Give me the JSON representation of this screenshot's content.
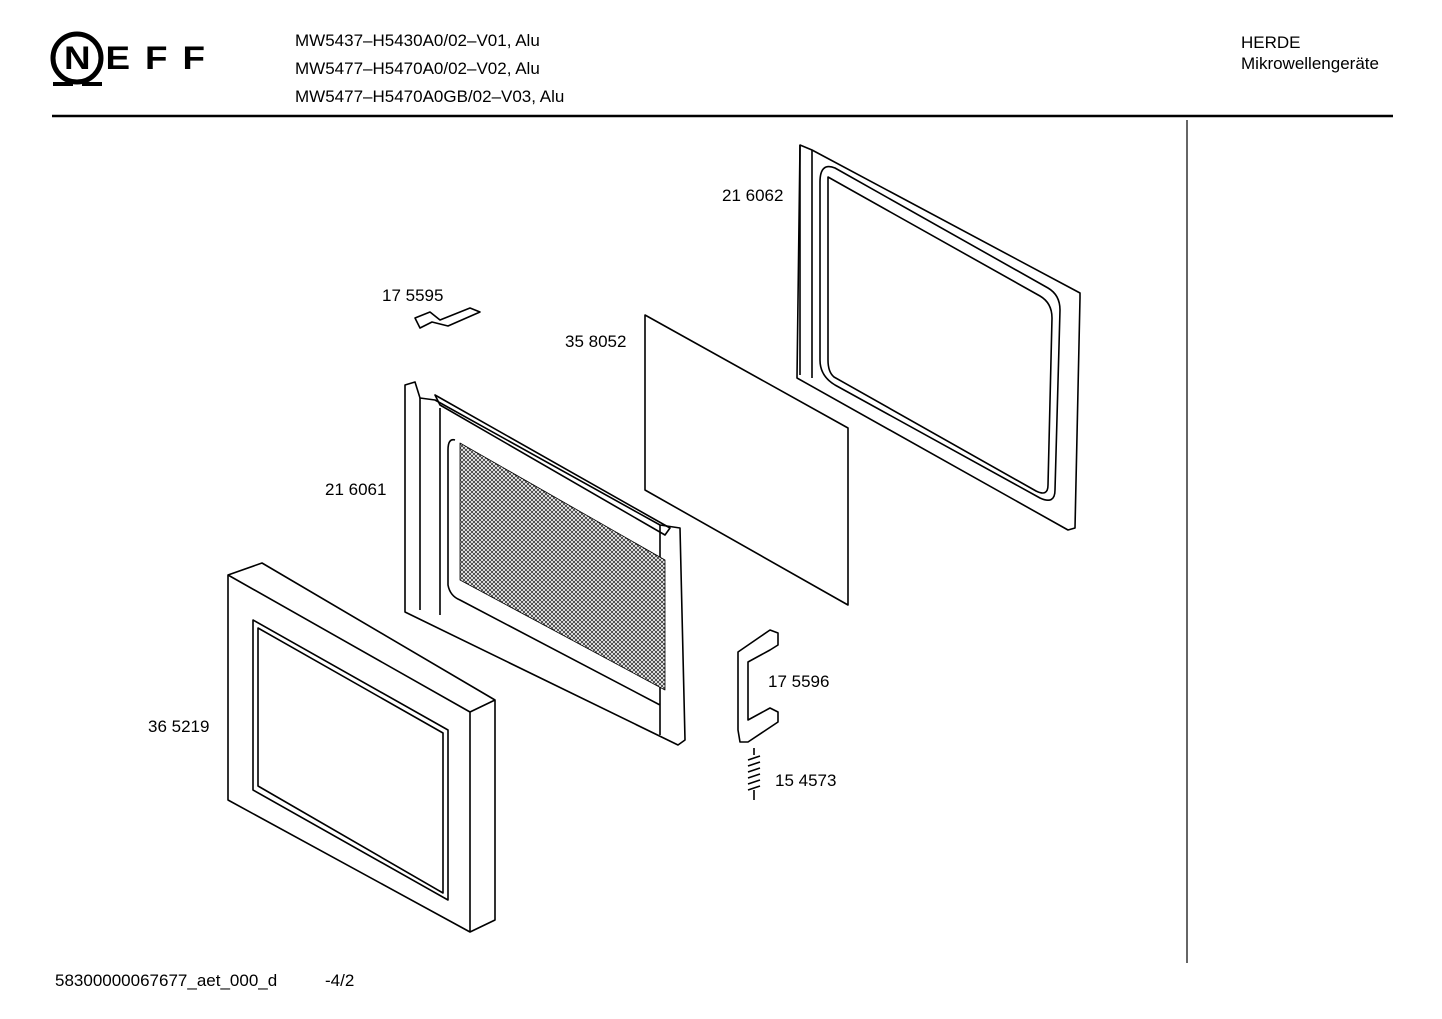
{
  "header": {
    "brand": "NEFF",
    "models": [
      "MW5437–H5430A0/02–V01, Alu",
      "MW5477–H5470A0/02–V02, Alu",
      "MW5477–H5470A0GB/02–V03, Alu"
    ],
    "category": "HERDE",
    "subcategory": "Mikrowellengeräte"
  },
  "parts": [
    {
      "number": "21 6062",
      "part": "back-frame"
    },
    {
      "number": "17 5595",
      "part": "clip"
    },
    {
      "number": "35 8052",
      "part": "glass-pane"
    },
    {
      "number": "21 6061",
      "part": "inner-door"
    },
    {
      "number": "36 5219",
      "part": "outer-door-frame"
    },
    {
      "number": "17 5596",
      "part": "bracket"
    },
    {
      "number": "15 4573",
      "part": "spring"
    }
  ],
  "footer": {
    "document_id": "58300000067677_aet_000_d",
    "page": "-4/2"
  }
}
